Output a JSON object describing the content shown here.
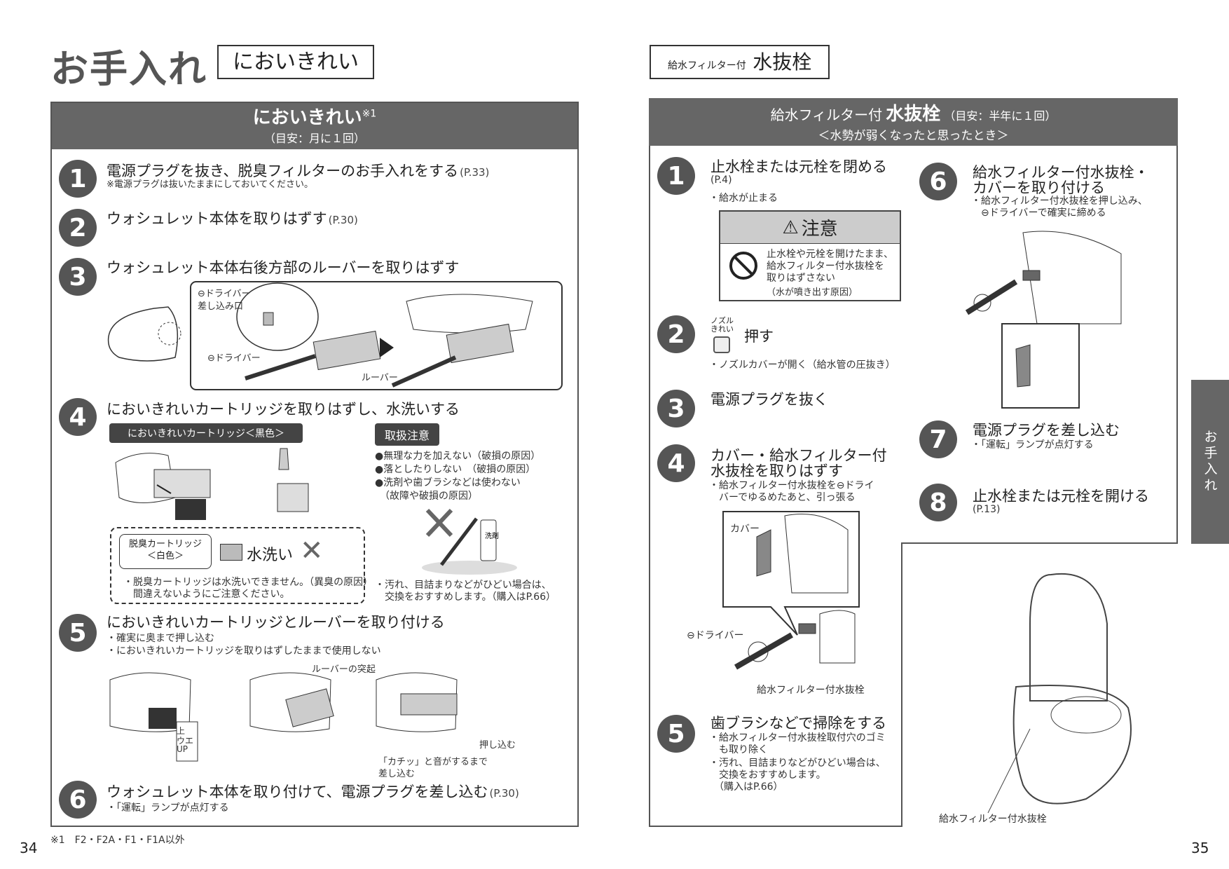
{
  "left": {
    "title": "お手入れ",
    "title_box": "においきれい",
    "panel": {
      "heading": "においきれい",
      "heading_sup": "※1",
      "subheading": "（目安：月に１回）"
    },
    "steps": [
      {
        "num": "1",
        "text": "電源プラグを抜き、脱臭フィルターのお手入れをする",
        "ref": "(P.33)",
        "note": "※電源プラグは抜いたままにしておいてください。"
      },
      {
        "num": "2",
        "text": "ウォシュレット本体を取りはずす",
        "ref": "(P.30)"
      },
      {
        "num": "3",
        "text": "ウォシュレット本体右後方部のルーバーを取りはずす"
      },
      {
        "num": "4",
        "text": "においきれいカートリッジを取りはずし、水洗いする"
      },
      {
        "num": "5",
        "text": "においきれいカートリッジとルーバーを取り付ける",
        "notes": [
          "・確実に奥まで押し込む",
          "・においきれいカートリッジを取りはずしたままで使用しない"
        ]
      },
      {
        "num": "6",
        "text": "ウォシュレット本体を取り付けて、電源プラグを差し込む",
        "ref": "(P.30)",
        "note": "・「運転」ランプが点灯する"
      }
    ],
    "step3_labels": {
      "driver_slot_1": "⊖ドライバー",
      "driver_slot_2": "差し込み口",
      "driver": "⊖ドライバー",
      "louver": "ルーバー"
    },
    "step4": {
      "cartridge_label": "においきれいカートリッジ＜黒色＞",
      "caution_title": "取扱注意",
      "cautions": [
        "●無理な力を加えない（破損の原因）",
        "●落としたりしない　（破損の原因）",
        "●洗剤や歯ブラシなどは使わない",
        "　（故障や破損の原因）"
      ],
      "deo_line1": "脱臭カートリッジ",
      "deo_line2": "＜白色＞",
      "wash_label": "水洗い",
      "deo_notes": [
        "・脱臭カートリッジは水洗いできません。（異臭の原因）",
        "　間違えないようにご注意ください。"
      ],
      "replace_notes": [
        "・汚れ、目詰まりなどがひどい場合は、",
        "　交換をおすすめします。（購入はP.66）"
      ],
      "detergent_label": "洗剤"
    },
    "step5_labels": {
      "louver_tab": "ルーバーの突起",
      "push": "押し込む",
      "click1": "「カチッ」と音がするまで",
      "click2": "差し込む",
      "up1": "上",
      "up2": "ウエ",
      "up3": "UP"
    },
    "footnote": "※1　F2・F2A・F1・F1A以外",
    "page_number": "34"
  },
  "right": {
    "title_box_small": "給水フィルター付",
    "title_box_big": "水抜栓",
    "panel": {
      "heading_small": "給水フィルター付",
      "heading_big": "水抜栓",
      "heading_note": "（目安：半年に１回）",
      "subheading": "＜水勢が弱くなったと思ったとき＞"
    },
    "steps_left": [
      {
        "num": "1",
        "text": "止水栓または元栓を閉める",
        "ref": "(P.4)",
        "note": "・給水が止まる"
      },
      {
        "num": "2",
        "text": "押す",
        "nozzle_label1": "ノズル",
        "nozzle_label2": "きれい",
        "note": "・ノズルカバーが開く（給水管の圧抜き）"
      },
      {
        "num": "3",
        "text": "電源プラグを抜く"
      },
      {
        "num": "4",
        "text_line1": "カバー・給水フィルター付",
        "text_line2": "水抜栓を取りはずす",
        "notes": [
          "・給水フィルター付水抜栓を⊖ドライ",
          "　バーでゆるめたあと、引っ張る"
        ]
      },
      {
        "num": "5",
        "text": "歯ブラシなどで掃除をする",
        "notes": [
          "・給水フィルター付水抜栓取付穴のゴミ",
          "　も取り除く",
          "・汚れ、目詰まりなどがひどい場合は、",
          "　交換をおすすめします。",
          "　（購入はP.66）"
        ]
      }
    ],
    "warning": {
      "title": "注意",
      "lines": [
        "止水栓や元栓を開けたまま、",
        "給水フィルター付水抜栓を",
        "取りはずさない"
      ],
      "reason": "（水が噴き出す原因）"
    },
    "step4_labels": {
      "cover": "カバー",
      "driver": "⊖ドライバー",
      "plug": "給水フィルター付水抜栓"
    },
    "steps_right": [
      {
        "num": "6",
        "text_line1": "給水フィルター付水抜栓・",
        "text_line2": "カバーを取り付ける",
        "notes": [
          "・給水フィルター付水抜栓を押し込み、",
          "　⊖ドライバーで確実に締める"
        ]
      },
      {
        "num": "7",
        "text": "電源プラグを差し込む",
        "note": "・「運転」ランプが点灯する"
      },
      {
        "num": "8",
        "text": "止水栓または元栓を開ける",
        "ref": "(P.13)"
      }
    ],
    "toilet_label": "給水フィルター付水抜栓",
    "side_tab": "お手入れ",
    "page_number": "35"
  }
}
